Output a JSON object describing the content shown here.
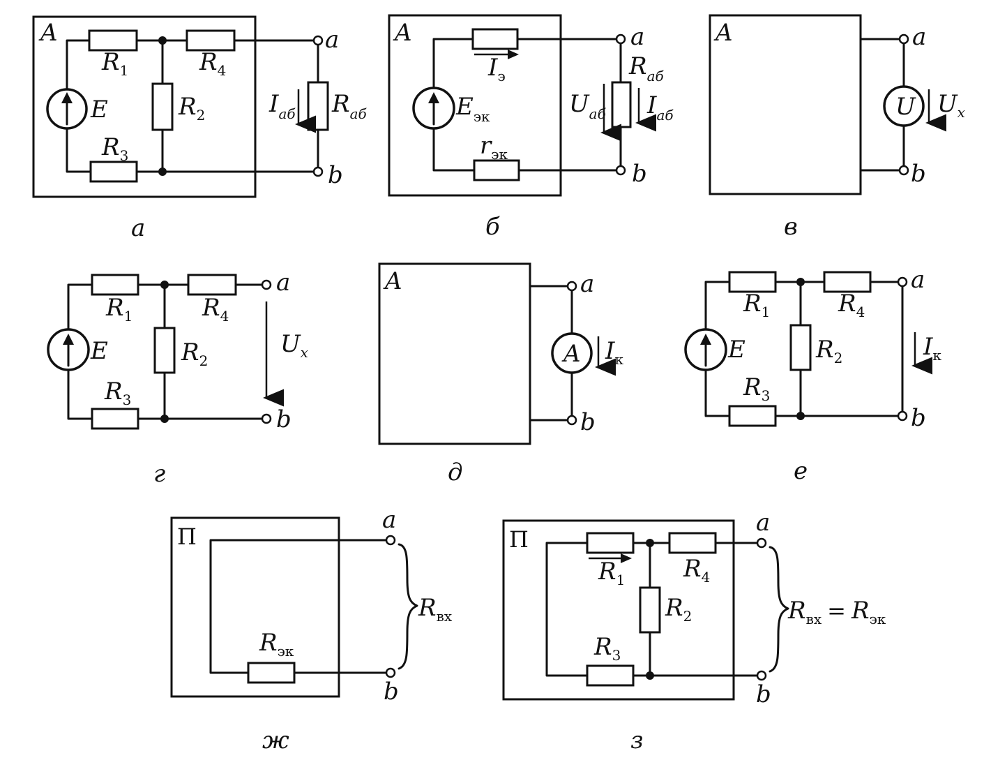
{
  "captions": [
    "а",
    "б",
    "в",
    "г",
    "д",
    "е",
    "ж",
    "з"
  ],
  "box_labels": {
    "a": "A",
    "b": "A",
    "v": "A",
    "d": "A",
    "zh": "П",
    "z": "П"
  },
  "terminals": {
    "top": "a",
    "bottom": "b"
  },
  "symbols": {
    "R": "R",
    "E": "E",
    "I": "I",
    "U": "U",
    "r": "r",
    "sub_1": "1",
    "sub_2": "2",
    "sub_3": "3",
    "sub_4": "4",
    "sub_ab": "аб",
    "sub_e": "э",
    "sub_ek": "эк",
    "sub_x": "х",
    "sub_k": "к",
    "sub_vx": "вх",
    "equals": "=",
    "meter_U": "U",
    "meter_A": "A"
  }
}
